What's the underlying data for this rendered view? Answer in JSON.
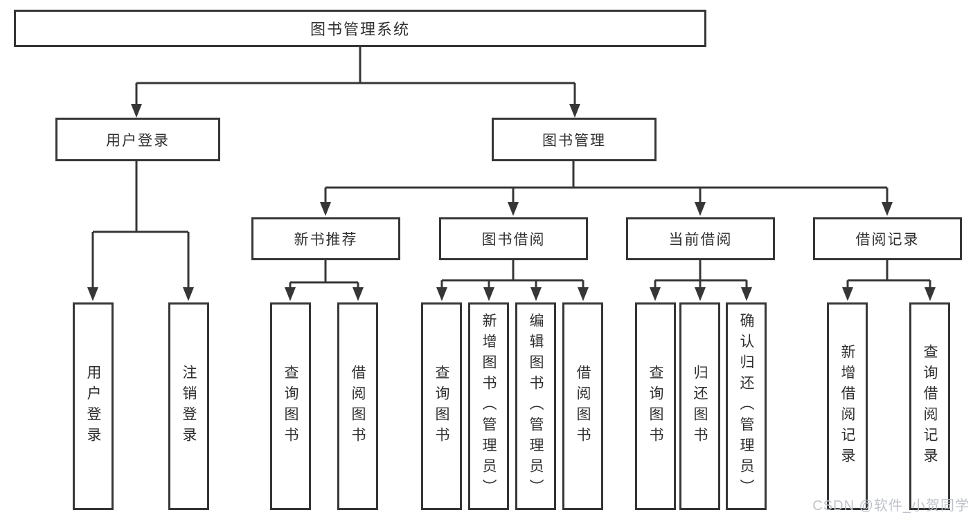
{
  "tree": {
    "root": {
      "label": "图书管理系统"
    },
    "login": {
      "label": "用户登录",
      "children": [
        {
          "label": "用户登录"
        },
        {
          "label": "注销登录"
        }
      ]
    },
    "management": {
      "label": "图书管理",
      "modules": [
        {
          "label": "新书推荐",
          "children": [
            {
              "label": "查询图书"
            },
            {
              "label": "借阅图书"
            }
          ]
        },
        {
          "label": "图书借阅",
          "children": [
            {
              "label": "查询图书"
            },
            {
              "label": "新增图书（管理员）"
            },
            {
              "label": "编辑图书（管理员）"
            },
            {
              "label": "借阅图书"
            }
          ]
        },
        {
          "label": "当前借阅",
          "children": [
            {
              "label": "查询图书"
            },
            {
              "label": "归还图书"
            },
            {
              "label": "确认归还（管理员）"
            }
          ]
        },
        {
          "label": "借阅记录",
          "children": [
            {
              "label": "新增借阅记录"
            },
            {
              "label": "查询借阅记录"
            }
          ]
        }
      ]
    }
  },
  "watermark": {
    "text": "CSDN @软件_小贺同学"
  },
  "colors": {
    "line": "#363636",
    "text": "#2f2f2f",
    "background": "#ffffff",
    "watermark": "#bfc3c9"
  }
}
